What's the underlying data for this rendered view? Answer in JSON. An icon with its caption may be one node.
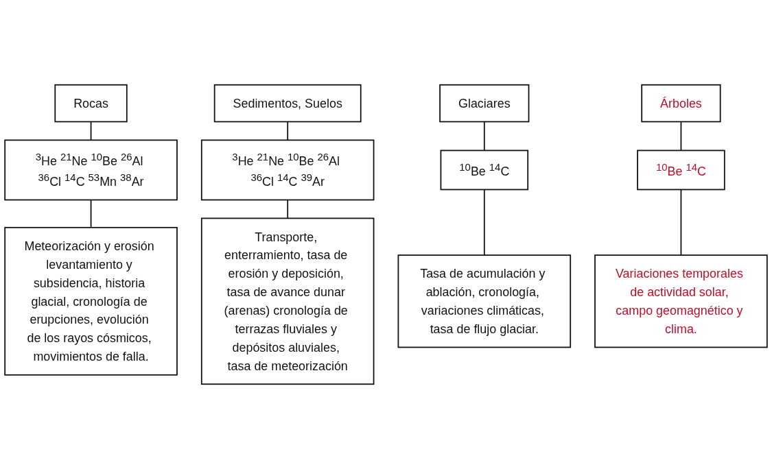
{
  "diagram": {
    "nodes": [
      {
        "text": [
          "Rocas"
        ]
      },
      {
        "text": [
          "$^{3}$He $^{21}$Ne $^{10}$Be $^{26}$Al $^{36}$Cl $^{14}$C $^{53}$Mn $^{38}$Ar"
        ]
      },
      {
        "text": [
          "Meteorización y erosión levantamiento y subsidencia, historia glacial, cronología de erupciones, evolución de los rayos cósmicos, movimientos de falla."
        ]
      },
      {
        "text": [
          "Sedimentos, Suelos"
        ]
      },
      {
        "text": [
          "$^{3}$He $^{21}$Ne $^{10}$Be $^{26}$Al $^{36}$Cl $^{14}$C $^{39}$Ar"
        ]
      },
      {
        "text": [
          "Transporte, enterramiento, tasa de erosión y deposición, tasa de avance dunar (arenas) cronología de terrazas fluviales y depósitos aluviales, tasa de meteorización"
        ]
      },
      {
        "text": [
          "Glaciares"
        ]
      },
      {
        "text": [
          "$^{10}$Be $^{14}$C"
        ]
      },
      {
        "text": [
          "Tasa de acumulación y ablación, cronología, variaciones climáticas, tasa de flujo glaciar."
        ]
      },
      {
        "text": [
          "Árboles"
        ]
      },
      {
        "text": [
          "$^{10}$Be $^{14}$C"
        ]
      },
      {
        "text": [
          "Variaciones temporales de actividad solar, campo geomagnético y clima."
        ]
      }
    ],
    "edges": [
      {
        "from": 0,
        "to": 1,
        "arrow": "none"
      },
      {
        "from": 1,
        "to": 2,
        "arrow": "none"
      },
      {
        "from": 3,
        "to": 4,
        "arrow": "none"
      },
      {
        "from": 4,
        "to": 5,
        "arrow": "none"
      },
      {
        "from": 6,
        "to": 7,
        "arrow": "none"
      },
      {
        "from": 7,
        "to": 8,
        "arrow": "none"
      },
      {
        "from": 9,
        "to": 10,
        "arrow": "none"
      },
      {
        "from": 10,
        "to": 11,
        "arrow": "none"
      }
    ]
  }
}
